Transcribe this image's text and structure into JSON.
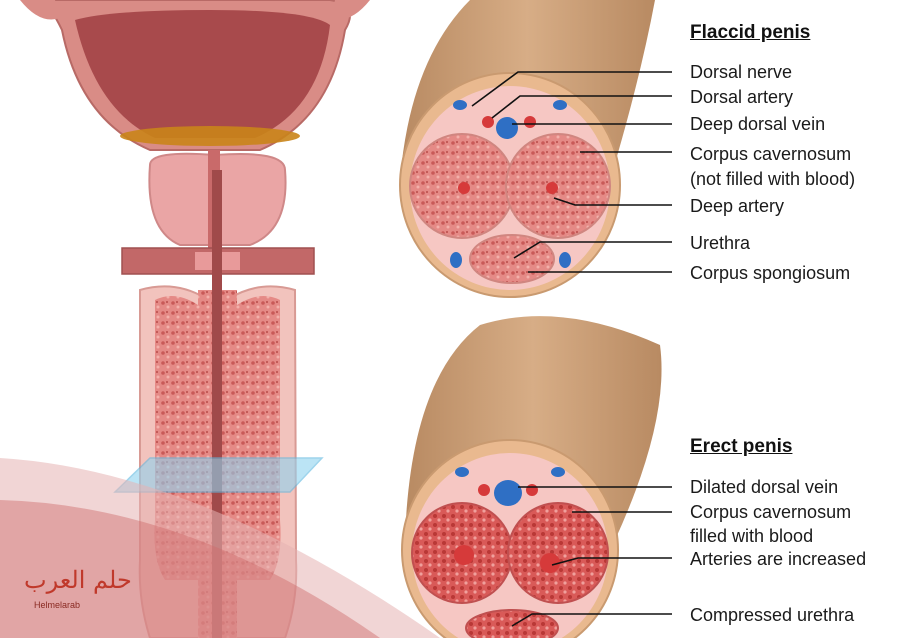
{
  "flaccid": {
    "title": "Flaccid penis",
    "labels": {
      "dorsal_nerve": "Dorsal nerve",
      "dorsal_artery": "Dorsal artery",
      "deep_dorsal_vein": "Deep dorsal vein",
      "corpus_cavernosum": "Corpus cavernosum",
      "not_filled": "(not filled with blood)",
      "deep_artery": "Deep artery",
      "urethra": "Urethra",
      "corpus_spongiosum": "Corpus spongiosum"
    }
  },
  "erect": {
    "title": "Erect penis",
    "labels": {
      "dilated_dorsal_vein": "Dilated dorsal vein",
      "corpus_cavernosum": "Corpus cavernosum",
      "filled_with_blood": "filled with blood",
      "arteries_increased": "Arteries are increased",
      "compressed_urethra": "Compressed urethra"
    }
  },
  "watermark": {
    "arabic": "حلم العرب",
    "latin": "Helmelarab"
  },
  "colors": {
    "tissue_pink": "#e8a0a0",
    "spongy_red": "#d86868",
    "skin_tan": "#c89a6e",
    "vein_blue": "#2f6fc4",
    "artery_red": "#d63a3a",
    "plane_blue": "#8fd3f0"
  }
}
